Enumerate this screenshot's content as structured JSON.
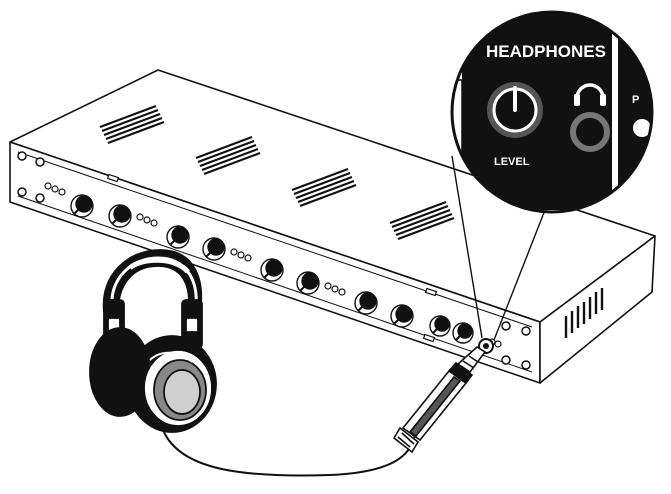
{
  "callout": {
    "section_label": "HEADPHONES",
    "knob_label": "LEVEL",
    "edge_letter": "P",
    "headphone_icon": "headphones-icon"
  },
  "colors": {
    "ink": "#111111",
    "panel": "#ffffff",
    "callout_bg": "#111111",
    "callout_text": "#ffffff",
    "ring": "#6f6f6f"
  }
}
